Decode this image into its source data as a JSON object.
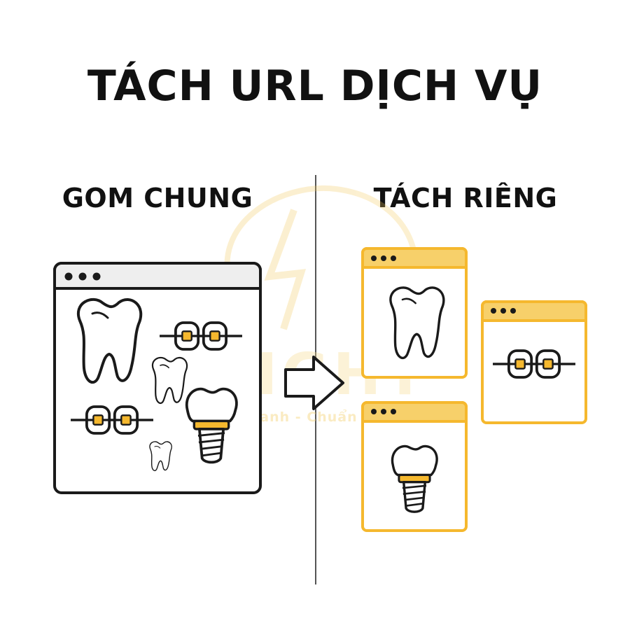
{
  "title": "TÁCH URL DỊCH VỤ",
  "left_heading": "GOM CHUNG",
  "right_heading": "TÁCH RIÊNG",
  "watermark": {
    "word": "LIGHT",
    "slogan": "Nhanh - Chuẩn - Đẹp"
  },
  "colors": {
    "accent": "#f5b82e",
    "outline": "#1a1a1a",
    "bar": "#f7d06a",
    "grey_bar": "#eeeeee"
  }
}
